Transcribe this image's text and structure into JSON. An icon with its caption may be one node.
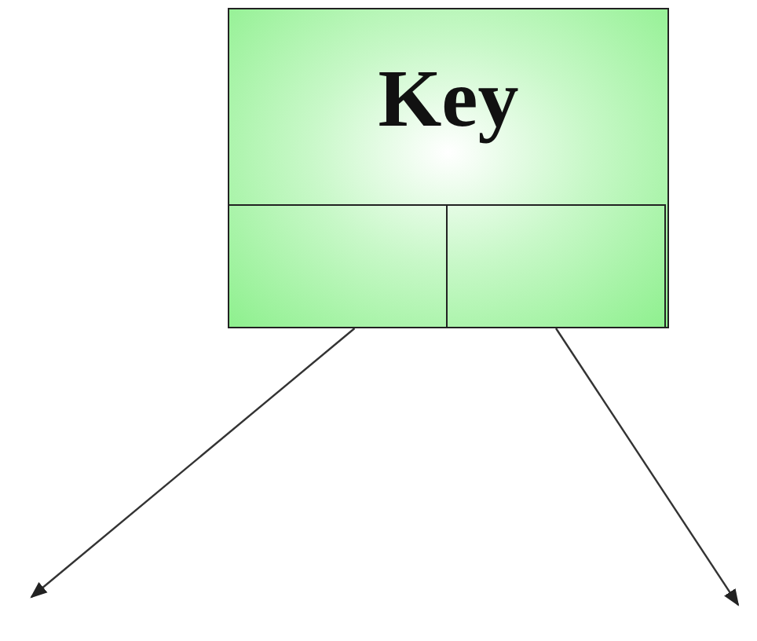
{
  "diagram": {
    "nodes": [
      {
        "text": [
          "Key"
        ]
      },
      {
        "text": [],
        "shape": "box",
        "in": 0
      },
      {
        "text": [],
        "shape": "box",
        "in": 0
      }
    ],
    "edges": [
      {
        "from": 1,
        "to": null,
        "arrow": "to"
      },
      {
        "from": 2,
        "to": null,
        "arrow": "to"
      }
    ]
  }
}
